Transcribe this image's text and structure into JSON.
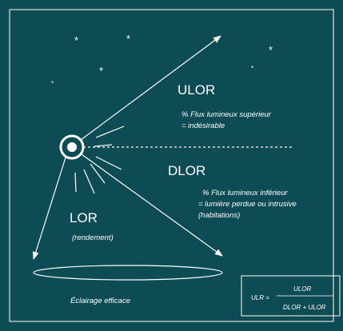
{
  "colors": {
    "background": "#0e4c55",
    "foreground": "#ffffff"
  },
  "labels": {
    "ulor": "ULOR",
    "ulor_desc_1": "% Flux lumineux supérieur",
    "ulor_desc_2": "= indésirable",
    "dlor": "DLOR",
    "dlor_desc_1": "% Flux lumineux inférieur",
    "dlor_desc_2": "= lumière perdue ou intrusive",
    "dlor_desc_3": "(habitations)",
    "lor": "LOR",
    "lor_desc": "(rendement)",
    "efficient_lighting": "Éclairage efficace"
  },
  "formula": {
    "lhs": "ULR =",
    "numerator": "ULOR",
    "denominator": "DLOR + ULOR"
  },
  "icons": {
    "lamp": "lamp-icon",
    "stars": "star-icon"
  }
}
